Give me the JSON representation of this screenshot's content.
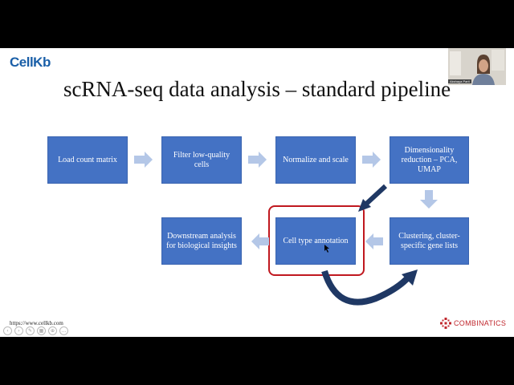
{
  "slide": {
    "logo_text": "CellKb",
    "title": "scRNA-seq data analysis – standard pipeline",
    "boxes": {
      "load": "Load count matrix",
      "filter": "Filter low-quality cells",
      "normalize": "Normalize and scale",
      "dimred": "Dimensionality reduction – PCA, UMAP",
      "cluster": "Clustering, cluster-specific gene lists",
      "annotation": "Cell type annotation",
      "downstream": "Downstream analysis for biological insights"
    },
    "url": "https://www.cellkb.com",
    "brand": "COMBINATICS",
    "presenter_name": "Akshaya Parti",
    "colors": {
      "box": "#4472c4",
      "arrow": "#b4c7e7",
      "highlight": "#c0181f",
      "curve_arrow": "#1f3864"
    },
    "nav_icons": [
      "prev-icon",
      "next-icon",
      "pen-icon",
      "grid-icon",
      "zoom-icon",
      "more-icon"
    ]
  }
}
